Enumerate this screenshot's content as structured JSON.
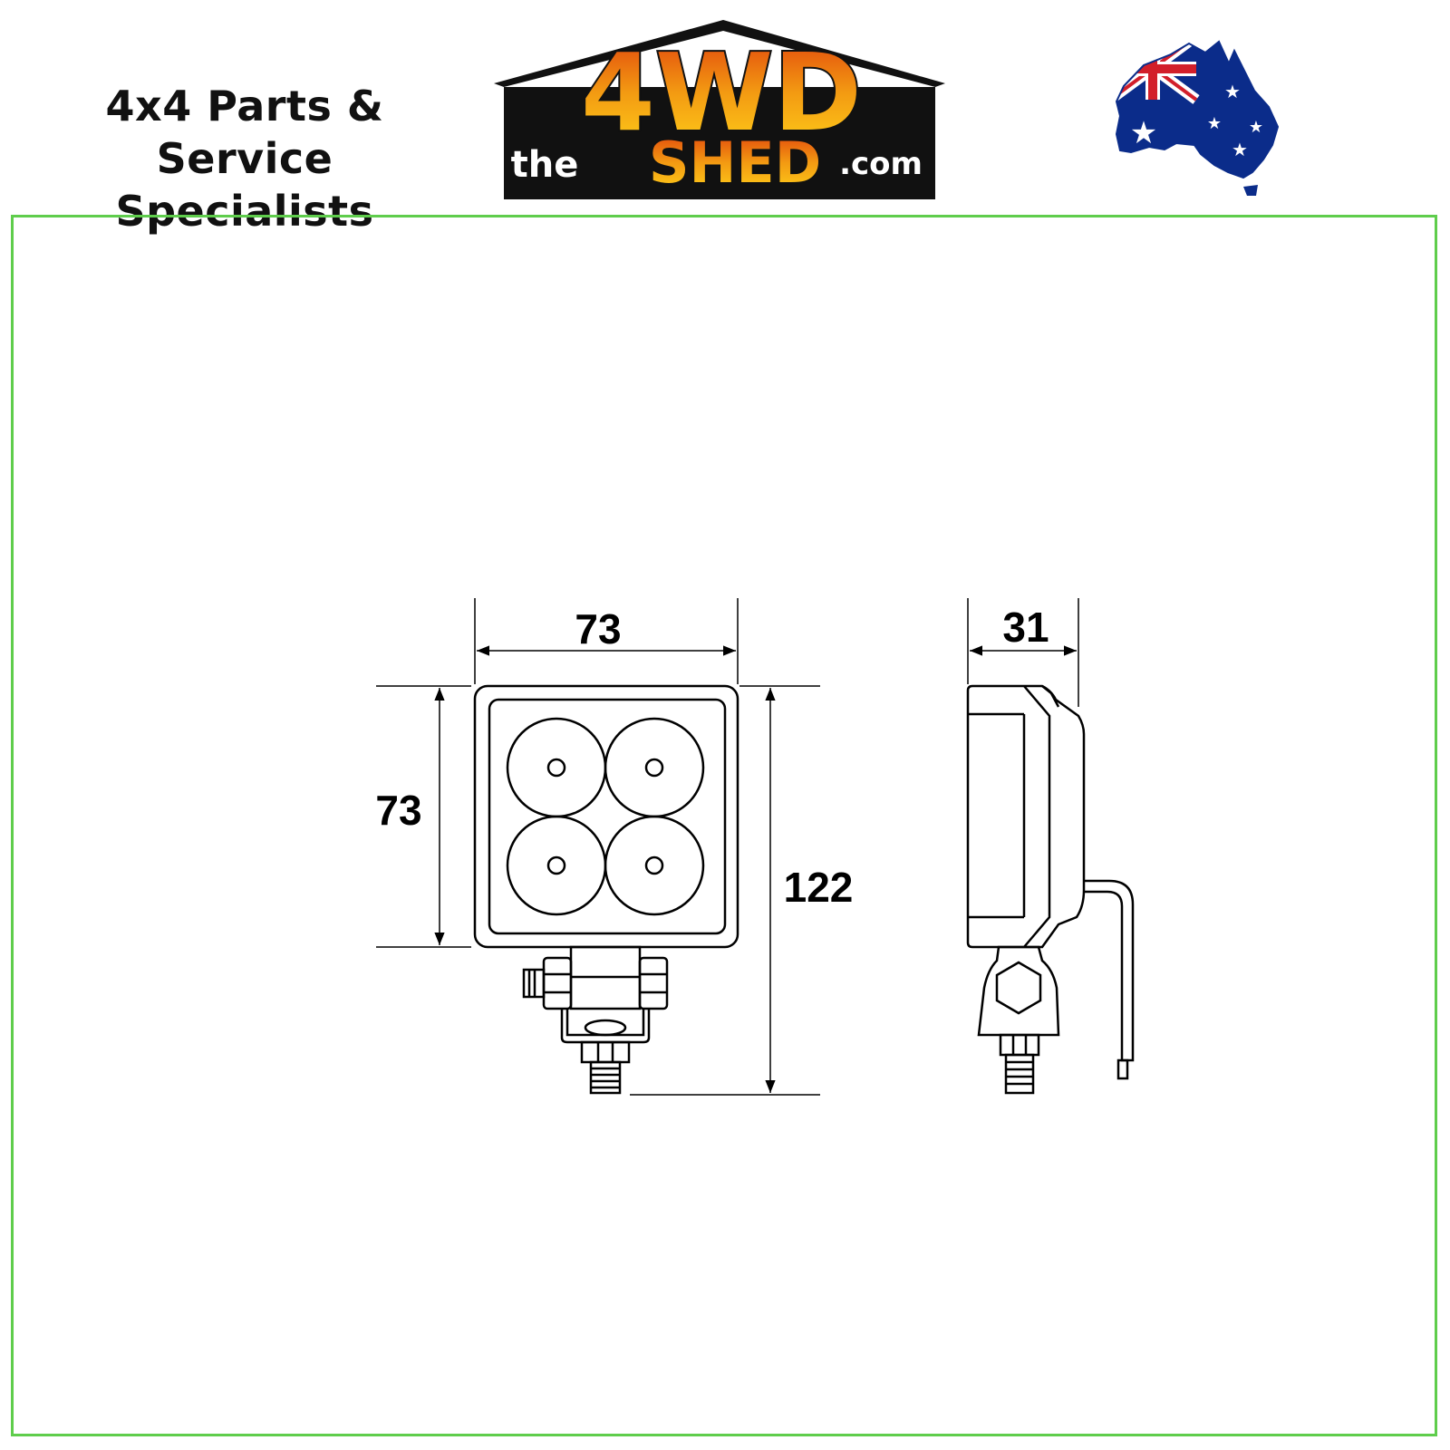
{
  "header": {
    "tagline_line1": "4x4 Parts & Service",
    "tagline_line2": "Specialists",
    "logo": {
      "the": "the",
      "big": "4WD",
      "shed": "SHED",
      "com": ".com"
    },
    "flag_icon": "australia-flag-map-icon"
  },
  "diagram": {
    "front_width": "73",
    "front_height": "73",
    "overall_height": "122",
    "side_depth": "31"
  },
  "colors": {
    "frame_border": "#5fcd4c",
    "logo_orange": "#f08a10",
    "logo_yellow": "#ffd21a",
    "logo_dark": "#111111"
  }
}
